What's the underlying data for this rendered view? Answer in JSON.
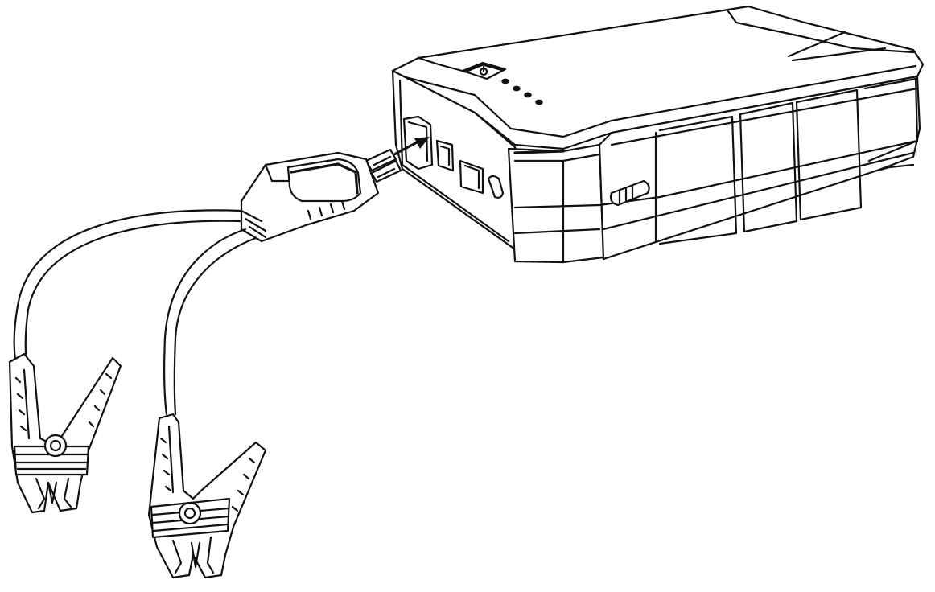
{
  "figure": {
    "kind": "line-drawing",
    "subject": "jump-starter-with-clamps",
    "colors": {
      "ink": "#111111",
      "paper": "#ffffff"
    },
    "icons": [
      "power-button-icon",
      "battery-led-indicators",
      "usb-port-icon",
      "usb-c-port-icon",
      "eight-ga-port-icon",
      "insertion-arrow-icon",
      "positive-clamp-icon",
      "negative-clamp-icon",
      "clamp-module-icon"
    ]
  }
}
